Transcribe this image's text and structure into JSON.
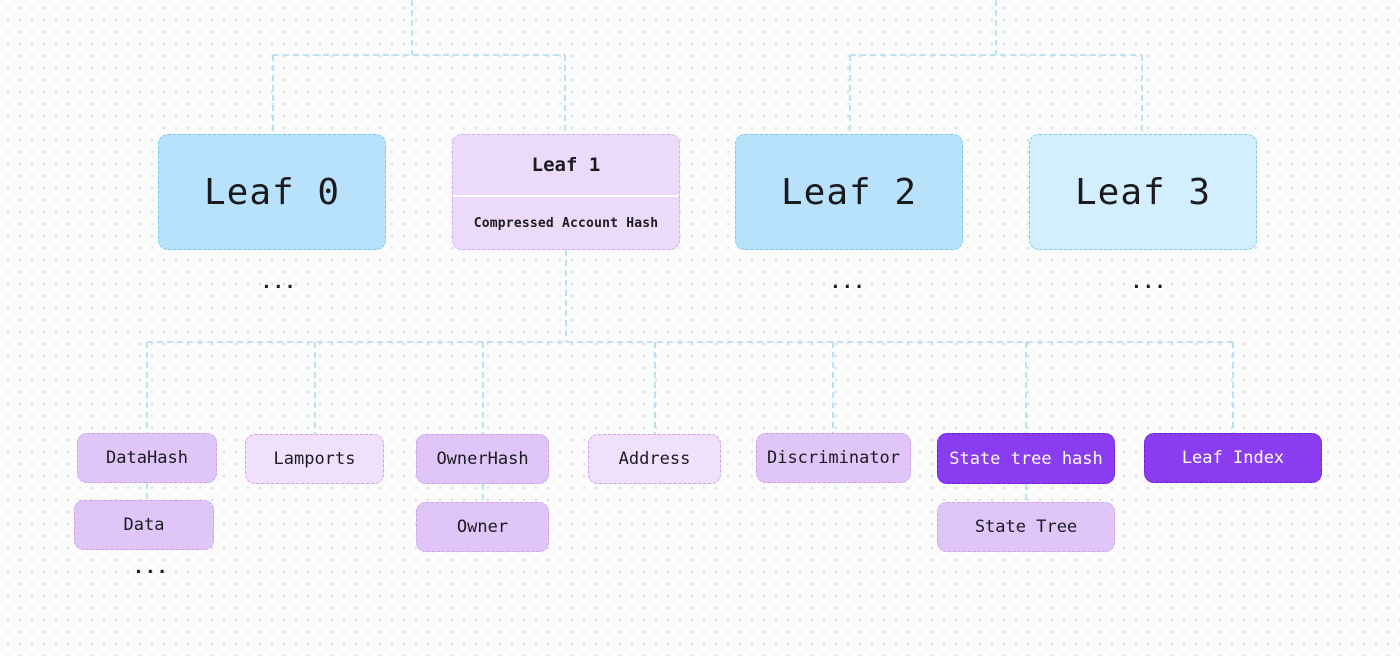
{
  "leaves": {
    "leaf0": "Leaf 0",
    "leaf1_title": "Leaf 1",
    "leaf1_subtitle": "Compressed Account Hash",
    "leaf2": "Leaf 2",
    "leaf3": "Leaf 3"
  },
  "ellipsis": "...",
  "fields": {
    "datahash": "DataHash",
    "data": "Data",
    "lamports": "Lamports",
    "ownerhash": "OwnerHash",
    "owner": "Owner",
    "address": "Address",
    "discriminator": "Discriminator",
    "state_tree_hash": "State tree hash",
    "state_tree": "State Tree",
    "leaf_index": "Leaf Index"
  },
  "colors": {
    "leaf_blue": "#b8e2fb",
    "leaf_light_blue": "#d3eefc",
    "field_purple": "#e0c5f8",
    "field_light_purple": "#f1e0fb",
    "field_dark_purple": "#8a3df0",
    "connector": "#a9dbf2"
  }
}
